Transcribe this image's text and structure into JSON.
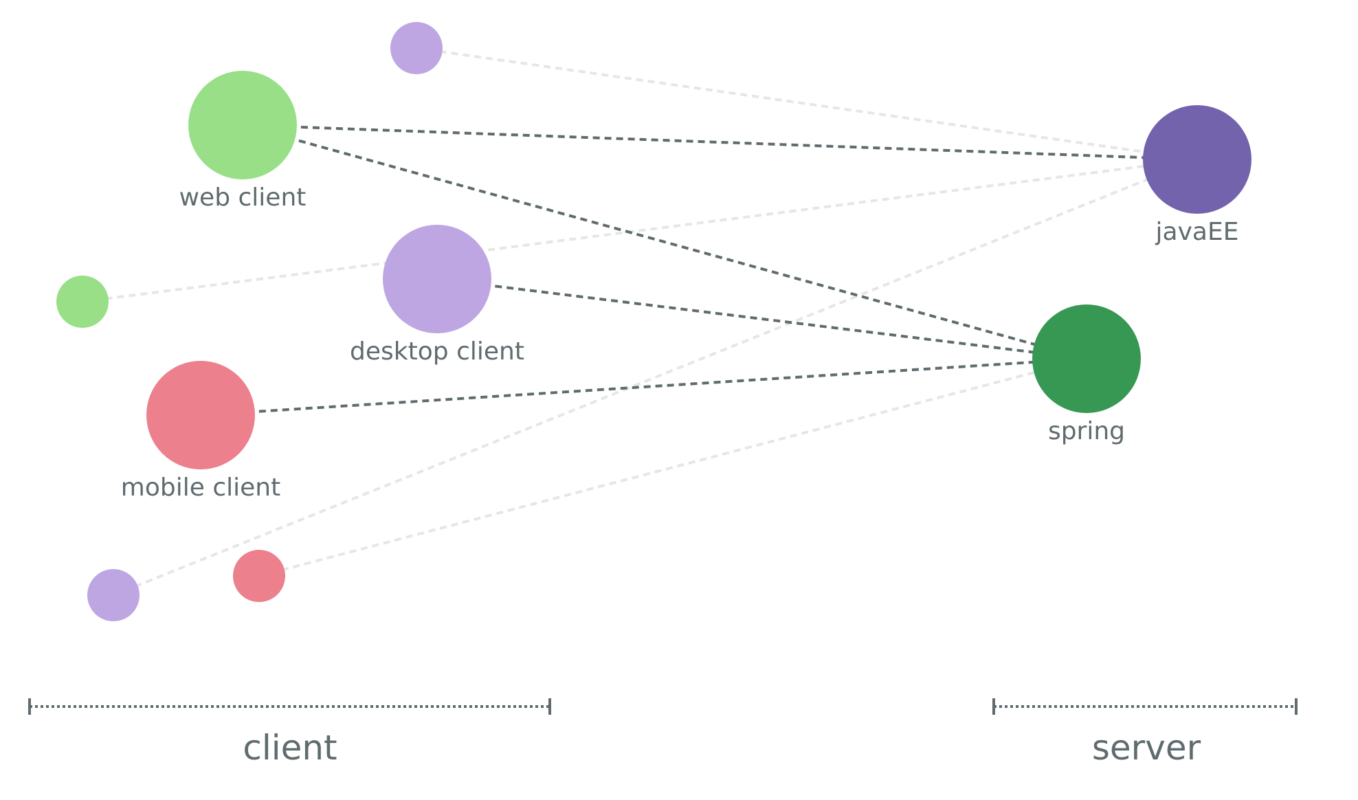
{
  "colors": {
    "green_light": "#98df88",
    "purple_light": "#bea6e2",
    "red_light": "#ec808c",
    "purple_dark": "#7362ac",
    "green_dark": "#379853",
    "edge_strong": "#5f6b6e",
    "edge_faint": "#e6e6e6",
    "text": "#5f6b6e"
  },
  "nodes": [
    {
      "id": "n-small-purple-top",
      "label": "",
      "color": "purple_light",
      "size": "small"
    },
    {
      "id": "n-web",
      "label": "web client",
      "color": "green_light",
      "size": "large"
    },
    {
      "id": "n-small-green",
      "label": "",
      "color": "green_light",
      "size": "small"
    },
    {
      "id": "n-desktop",
      "label": "desktop client",
      "color": "purple_light",
      "size": "large"
    },
    {
      "id": "n-mobile",
      "label": "mobile client",
      "color": "red_light",
      "size": "large"
    },
    {
      "id": "n-small-purple-bottom",
      "label": "",
      "color": "purple_light",
      "size": "small"
    },
    {
      "id": "n-small-red",
      "label": "",
      "color": "red_light",
      "size": "small"
    },
    {
      "id": "n-javaee",
      "label": "javaEE",
      "color": "purple_dark",
      "size": "large"
    },
    {
      "id": "n-spring",
      "label": "spring",
      "color": "green_dark",
      "size": "large"
    }
  ],
  "edges": [
    {
      "from": "n-small-purple-top",
      "to": "n-javaee",
      "style": "faint"
    },
    {
      "from": "n-small-green",
      "to": "n-javaee",
      "style": "faint"
    },
    {
      "from": "n-small-purple-bottom",
      "to": "n-javaee",
      "style": "faint"
    },
    {
      "from": "n-small-red",
      "to": "n-spring",
      "style": "faint"
    },
    {
      "from": "n-web",
      "to": "n-javaee",
      "style": "strong"
    },
    {
      "from": "n-web",
      "to": "n-spring",
      "style": "strong"
    },
    {
      "from": "n-desktop",
      "to": "n-spring",
      "style": "strong"
    },
    {
      "from": "n-mobile",
      "to": "n-spring",
      "style": "strong"
    }
  ],
  "groups": [
    {
      "id": "client",
      "label": "client"
    },
    {
      "id": "server",
      "label": "server"
    }
  ]
}
